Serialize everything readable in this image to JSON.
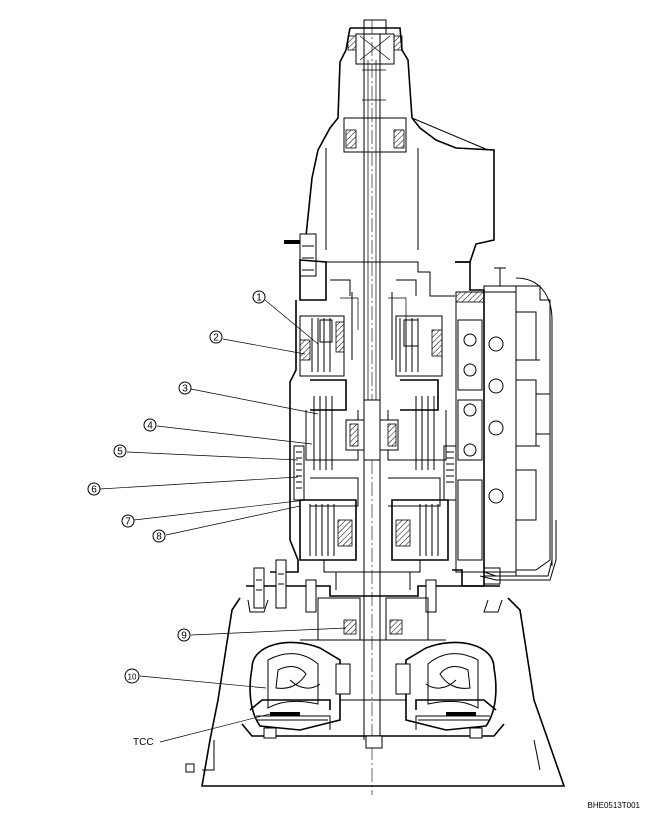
{
  "callouts": [
    {
      "id": "1",
      "label": "1"
    },
    {
      "id": "2",
      "label": "2"
    },
    {
      "id": "3",
      "label": "3"
    },
    {
      "id": "4",
      "label": "4"
    },
    {
      "id": "5",
      "label": "5"
    },
    {
      "id": "6",
      "label": "6"
    },
    {
      "id": "7",
      "label": "7"
    },
    {
      "id": "8",
      "label": "8"
    },
    {
      "id": "9",
      "label": "9"
    },
    {
      "id": "10",
      "label": "10"
    }
  ],
  "tcc_label": "TCC",
  "figure_code": "BHE0513T001"
}
